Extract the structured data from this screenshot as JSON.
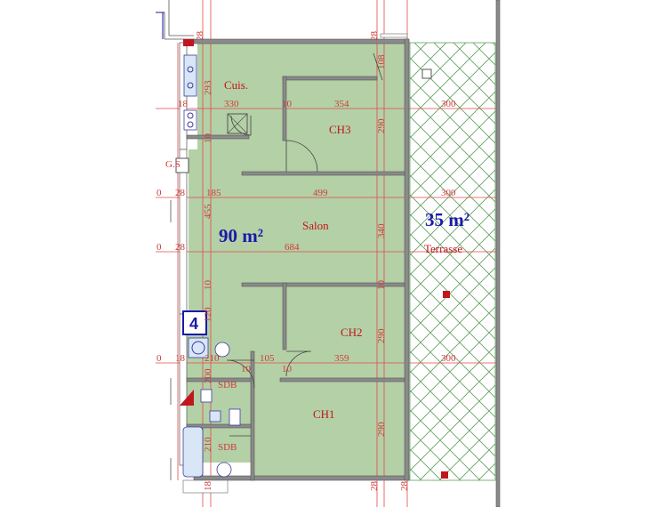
{
  "areas": {
    "apartment": "90 m²",
    "terrace": "35 m²"
  },
  "rooms": {
    "kitchen": "Cuis.",
    "living": "Salon",
    "ch3": "CH3",
    "ch2": "CH2",
    "ch1": "CH1",
    "terrace": "Terrasse",
    "sdb_upper": "SDB",
    "sdb_lower": "SDB",
    "gs": "G.S"
  },
  "unit_number": "4",
  "dimensions": {
    "top_28_a": "28",
    "top_28_b": "28",
    "v_108": "108",
    "v_293": "293",
    "h_18_a": "18",
    "h_330": "330",
    "h_10_a": "10",
    "h_354": "354",
    "h_300_a": "300",
    "v_10_a": "10",
    "v_290_a": "290",
    "h_0_a": "0",
    "h_28_a": "28",
    "h_185": "185",
    "h_499": "499",
    "h_300_b": "300",
    "v_455": "455",
    "v_340": "340",
    "h_0_b": "0",
    "h_28_b": "28",
    "h_684": "684",
    "v_10_b": "10",
    "v_10_c": "10",
    "v_120": "120",
    "v_290_b": "290",
    "h_0_c": "0",
    "h_18_b": "18",
    "h_210_a": "210",
    "h_105": "105",
    "h_359": "359",
    "h_300_c": "300",
    "h_10_b": "10",
    "h_10_c": "10",
    "v_200": "200",
    "v_290_c": "290",
    "v_210_b": "210",
    "bottom_18": "18",
    "bottom_28_a": "28",
    "bottom_28_b": "28"
  }
}
